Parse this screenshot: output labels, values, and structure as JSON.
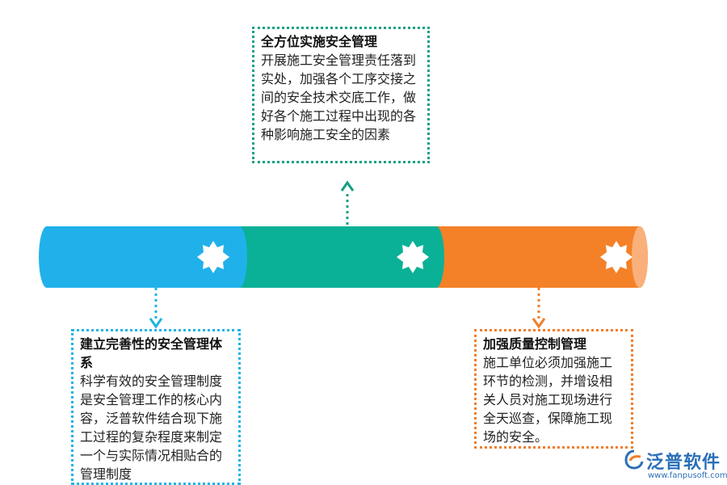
{
  "segments": [
    {
      "id": "left",
      "color": "#21b1ea",
      "cap": "#17a0d6"
    },
    {
      "id": "middle",
      "color": "#0ab196",
      "cap": "#089b83"
    },
    {
      "id": "right",
      "color": "#f48128",
      "cap": "#f9b07a"
    }
  ],
  "boxes": {
    "top": {
      "title": "全方位实施安全管理",
      "body": "开展施工安全管理责任落到实处，加强各个工序交接之间的安全技术交底工作，做好各个施工过程中出现的各种影响施工安全的因素",
      "color": "#16a085"
    },
    "left": {
      "title": "建立完善性的安全管理体系",
      "body": "科学有效的安全管理制度是安全管理工作的核心内容，泛普软件结合现下施工过程的复杂程度来制定一个与实际情况相贴合的管理制度",
      "color": "#1fb3e6"
    },
    "right": {
      "title": "加强质量控制管理",
      "body": "施工单位必须加强施工环节的检测，并增设相关人员对施工现场进行全天巡查，保障施工现场的安全。",
      "color": "#f07d2a"
    }
  },
  "logo": {
    "name": "泛普软件",
    "url": "www.fanpusoft.com",
    "icon": "fanpu-logo-icon"
  },
  "icons": [
    "gear-badge-icon",
    "up-arrow-icon",
    "down-arrow-icon"
  ]
}
